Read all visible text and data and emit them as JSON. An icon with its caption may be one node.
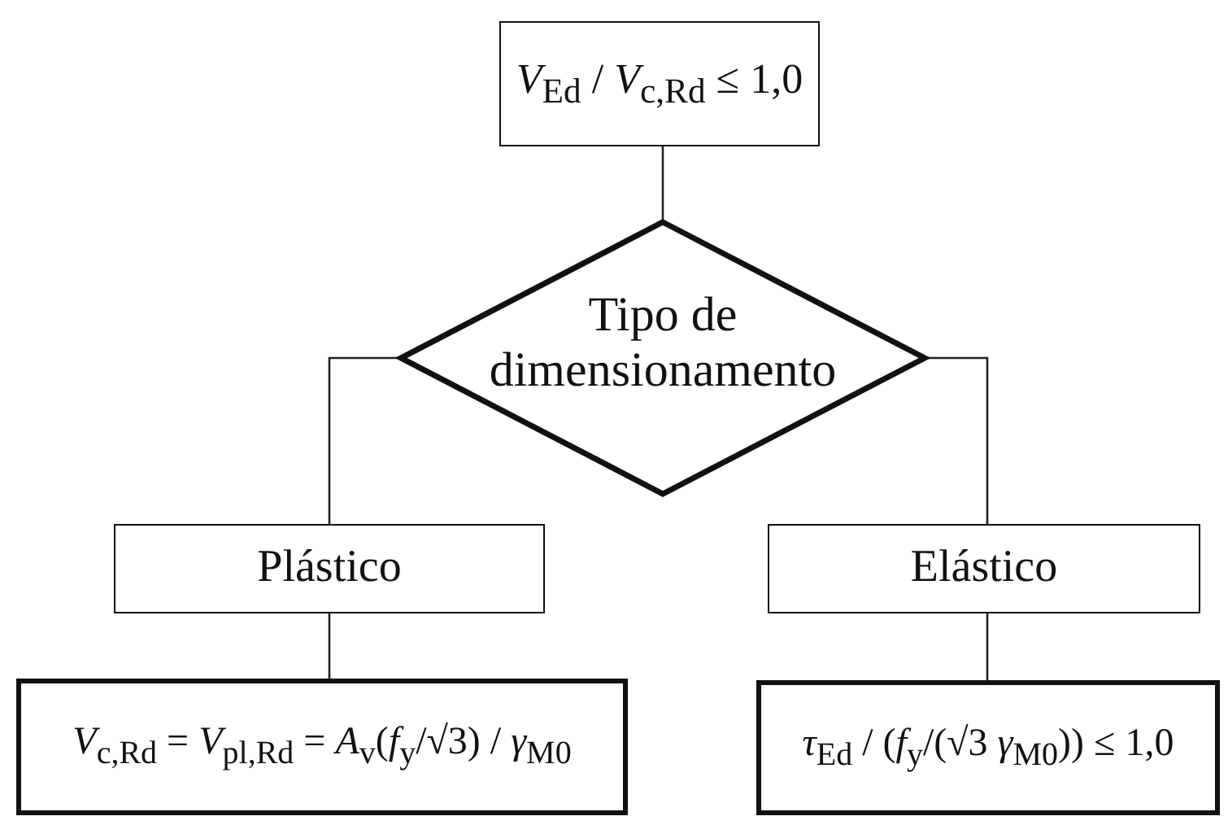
{
  "diagram": {
    "nodes": [
      {
        "text": [
          "*V*$_{Ed}$ / *V*$_{c,Rd}$ ≤ 1,0"
        ]
      },
      {
        "text": [
          "Tipo de dimensionamento"
        ]
      },
      {
        "text": [
          "Plástico"
        ]
      },
      {
        "text": [
          "Elástico"
        ]
      },
      {
        "text": [
          "*V*$_{c,Rd}$ = *V*$_{pl,Rd}$ = *A*$_{v}$(*f*$_{y}$/√3) / *γ*$_{M0}$"
        ]
      },
      {
        "text": [
          "*τ*$_{Ed}$ / (*f*$_{y}$/(√3 *γ*$_{M0}$)) ≤ 1,0"
        ]
      }
    ],
    "edges": [
      {
        "from": 0,
        "to": 1,
        "arrow": "none"
      },
      {
        "from": 1,
        "to": 2,
        "arrow": "none"
      },
      {
        "from": 1,
        "to": 3,
        "arrow": "none"
      },
      {
        "from": 2,
        "to": 4,
        "arrow": "none"
      },
      {
        "from": 3,
        "to": 5,
        "arrow": "none"
      }
    ]
  }
}
